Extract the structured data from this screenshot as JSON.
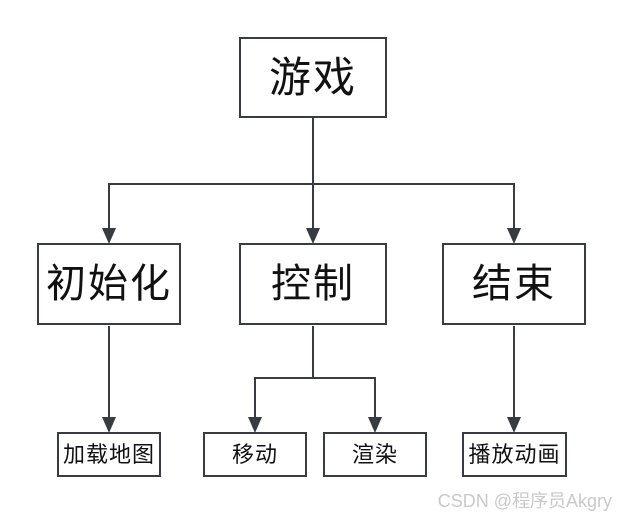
{
  "diagram": {
    "type": "flowchart",
    "nodes": {
      "game": {
        "label": "游戏",
        "level": 1
      },
      "init": {
        "label": "初始化",
        "level": 2
      },
      "control": {
        "label": "控制",
        "level": 2
      },
      "end": {
        "label": "结束",
        "level": 2
      },
      "load_map": {
        "label": "加载地图",
        "level": 3
      },
      "move": {
        "label": "移动",
        "level": 3
      },
      "render": {
        "label": "渲染",
        "level": 3
      },
      "play_animation": {
        "label": "播放动画",
        "level": 3
      }
    },
    "edges": [
      {
        "from": "game",
        "to": "init"
      },
      {
        "from": "game",
        "to": "control"
      },
      {
        "from": "game",
        "to": "end"
      },
      {
        "from": "init",
        "to": "load_map"
      },
      {
        "from": "control",
        "to": "move"
      },
      {
        "from": "control",
        "to": "render"
      },
      {
        "from": "end",
        "to": "play_animation"
      }
    ],
    "colors": {
      "line": "#383c42",
      "box-border": "#383c42",
      "box-bg": "#ffffff",
      "text": "#111111",
      "watermark": "#c9c9c9",
      "page-bg": "#ffffff"
    }
  },
  "watermark": {
    "text": "CSDN @程序员Akgry"
  }
}
